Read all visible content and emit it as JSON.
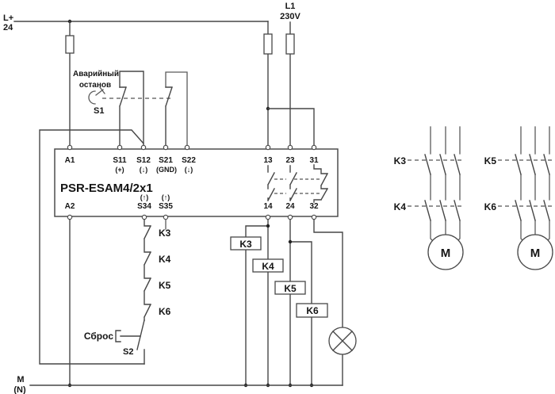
{
  "colors": {
    "wire": "#474747",
    "text": "#151515",
    "background": "#ffffff"
  },
  "supply": {
    "dc_label": "L+",
    "dc_voltage": "24",
    "ac_label": "L1",
    "ac_voltage": "230V",
    "neutral_label": "M",
    "neutral_sub": "(N)"
  },
  "estop": {
    "label_line1": "Аварийный",
    "label_line2": "останов",
    "id": "S1"
  },
  "relay": {
    "model": "PSR-ESAM4/2x1",
    "t_a1": "A1",
    "t_s11": "S11",
    "t_s11_sub": "(+)",
    "t_s12": "S12",
    "t_s12_sub": "(↓)",
    "t_s21": "S21",
    "t_s21_sub": "(GND)",
    "t_s22": "S22",
    "t_s22_sub": "(↓)",
    "t_13": "13",
    "t_23": "23",
    "t_31": "31",
    "t_a2": "A2",
    "t_s34": "S34",
    "t_s34_sup": "(↑)",
    "t_s35": "S35",
    "t_s35_sup": "(↑)",
    "t_14": "14",
    "t_24": "24",
    "t_32": "32"
  },
  "feedback": {
    "c1": "K3",
    "c2": "K4",
    "c3": "K5",
    "c4": "K6"
  },
  "reset": {
    "label": "Сброс",
    "id": "S2"
  },
  "coils": {
    "k3": "K3",
    "k4": "K4",
    "k5": "K5",
    "k6": "K6"
  },
  "motors": {
    "b1_top": "K3",
    "b1_bottom": "K4",
    "b1_motor": "M",
    "b2_top": "K5",
    "b2_bottom": "K6",
    "b2_motor": "M"
  }
}
